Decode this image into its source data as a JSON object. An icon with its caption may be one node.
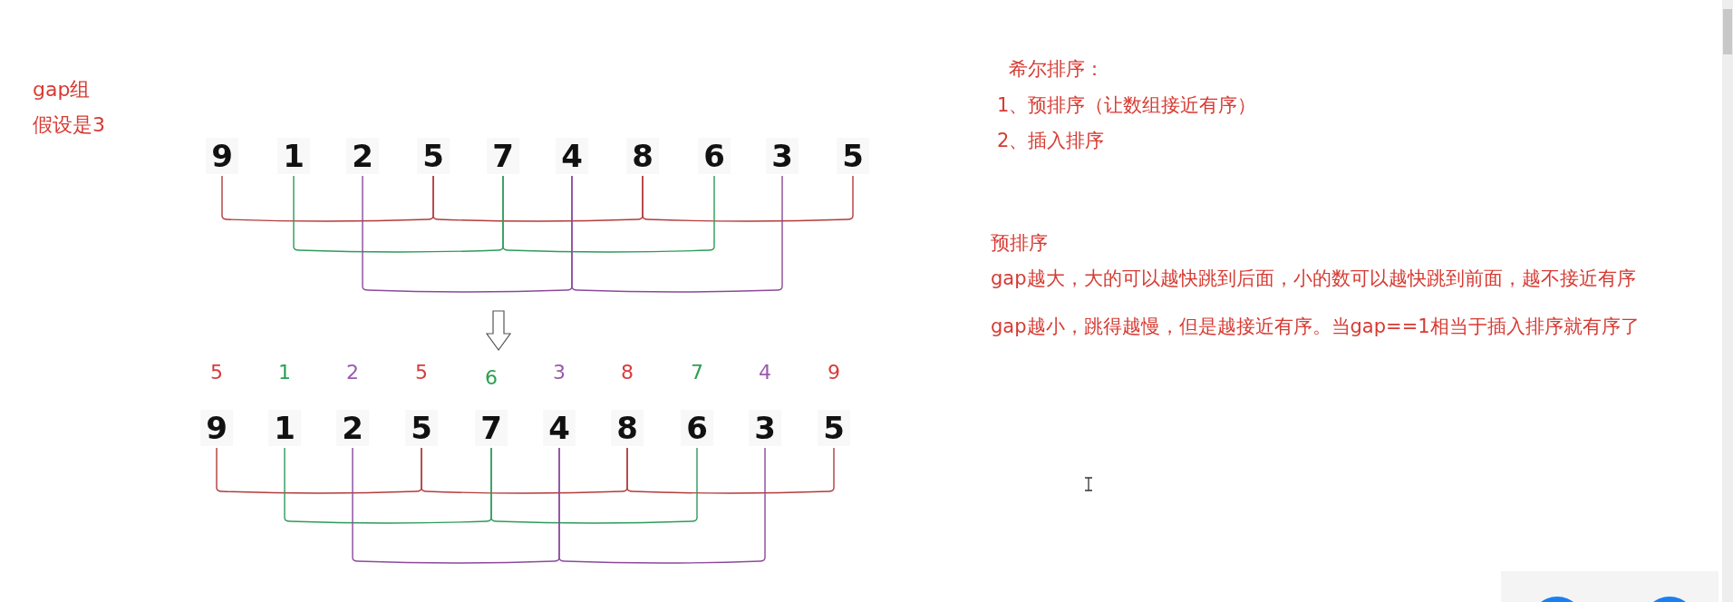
{
  "diagram": {
    "nodes": [
      {
        "text": [
          "9"
        ]
      },
      {
        "text": [
          "1"
        ]
      },
      {
        "text": [
          "2"
        ]
      },
      {
        "text": [
          "5"
        ]
      },
      {
        "text": [
          "7"
        ]
      },
      {
        "text": [
          "4"
        ]
      },
      {
        "text": [
          "8"
        ]
      },
      {
        "text": [
          "6"
        ]
      },
      {
        "text": [
          "3"
        ]
      },
      {
        "text": [
          "5"
        ]
      },
      {
        "text": [
          "9"
        ],
        "beside": [
          "5"
        ]
      },
      {
        "text": [
          "1"
        ],
        "beside": [
          "1"
        ]
      },
      {
        "text": [
          "2"
        ],
        "beside": [
          "2"
        ]
      },
      {
        "text": [
          "5"
        ],
        "beside": [
          "5"
        ]
      },
      {
        "text": [
          "7"
        ],
        "beside": [
          "6"
        ]
      },
      {
        "text": [
          "4"
        ],
        "beside": [
          "3"
        ]
      },
      {
        "text": [
          "8"
        ],
        "beside": [
          "8"
        ]
      },
      {
        "text": [
          "6"
        ],
        "beside": [
          "7"
        ]
      },
      {
        "text": [
          "3"
        ],
        "beside": [
          "4"
        ]
      },
      {
        "text": [
          "5"
        ],
        "beside": [
          "9"
        ]
      }
    ],
    "edges": [
      {
        "from": 0,
        "to": 3,
        "arrow": "none",
        "color": "#b23b3b"
      },
      {
        "from": 3,
        "to": 6,
        "arrow": "none",
        "color": "#b23b3b"
      },
      {
        "from": 6,
        "to": 9,
        "arrow": "none",
        "color": "#b23b3b"
      },
      {
        "from": 1,
        "to": 4,
        "arrow": "none",
        "color": "#2e9a5a"
      },
      {
        "from": 4,
        "to": 7,
        "arrow": "none",
        "color": "#2e9a5a"
      },
      {
        "from": 2,
        "to": 5,
        "arrow": "none",
        "color": "#8a4a9a"
      },
      {
        "from": 5,
        "to": 8,
        "arrow": "none",
        "color": "#8a4a9a"
      },
      {
        "from": 10,
        "to": 13,
        "arrow": "none",
        "color": "#b23b3b"
      },
      {
        "from": 13,
        "to": 16,
        "arrow": "none",
        "color": "#b23b3b"
      },
      {
        "from": 16,
        "to": 19,
        "arrow": "none",
        "color": "#b23b3b"
      },
      {
        "from": 11,
        "to": 14,
        "arrow": "none",
        "color": "#2e9a5a"
      },
      {
        "from": 14,
        "to": 17,
        "arrow": "none",
        "color": "#2e9a5a"
      },
      {
        "from": 12,
        "to": 15,
        "arrow": "none",
        "color": "#8a4a9a"
      },
      {
        "from": 15,
        "to": 18,
        "arrow": "none",
        "color": "#8a4a9a"
      }
    ],
    "labels": [
      "gap组",
      "假设是3",
      "希尔排序：",
      "1、预排序（让数组接近有序）",
      "2、插入排序",
      "预排序",
      "gap越大，大的可以越快跳到后面，小的数可以越快跳到前面，越不接近有序",
      "gap越小，跳得越慢，但是越接近有序。当gap==1相当于插入排序就有序了"
    ]
  }
}
